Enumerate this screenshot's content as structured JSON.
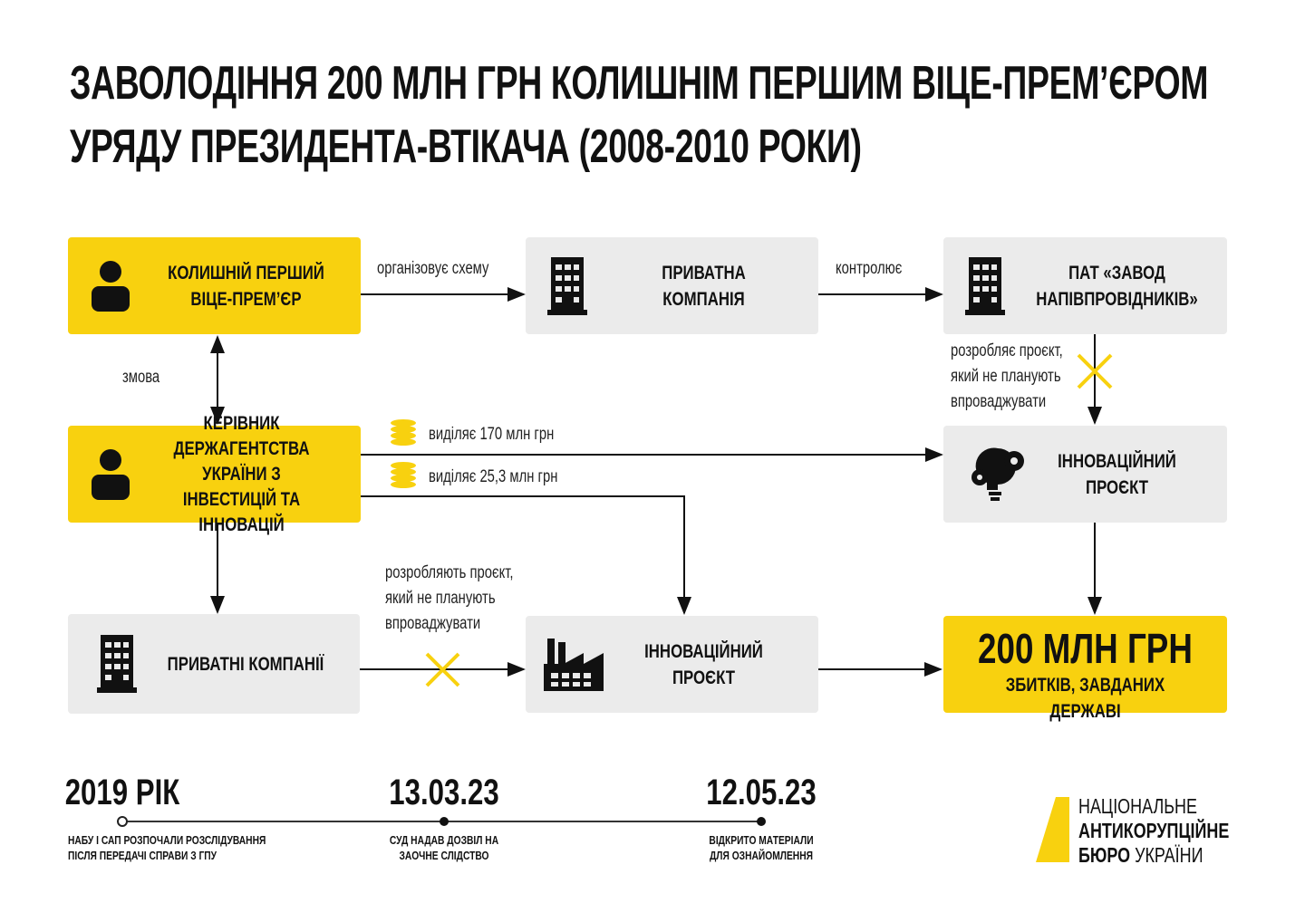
{
  "title": {
    "line1": "ЗАВОЛОДІННЯ 200 МЛН ГРН КОЛИШНІМ ПЕРШИМ ВІЦЕ-ПРЕМ’ЄРОМ",
    "line2": "УРЯДУ ПРЕЗИДЕНТА-ВТІКАЧА (2008-2010 РОКИ)"
  },
  "nodes": {
    "vice_premier": {
      "line1": "КОЛИШНІЙ ПЕРШИЙ",
      "line2": "ВІЦЕ-ПРЕМ’ЄР"
    },
    "private_company": {
      "line1": "ПРИВАТНА КОМПАНІЯ"
    },
    "plant": {
      "line1": "ПАТ «ЗАВОД",
      "line2": "НАПІВПРОВІДНИКІВ»"
    },
    "agency_head": {
      "line1": "КЕРІВНИК ДЕРЖАГЕНТСТВА",
      "line2": "УКРАЇНИ З ІНВЕСТИЦІЙ ТА",
      "line3": "ІННОВАЦІЙ"
    },
    "innov_project_1": {
      "line1": "ІННОВАЦІЙНИЙ",
      "line2": "ПРОЄКТ"
    },
    "private_companies": {
      "line1": "ПРИВАТНІ КОМПАНІЇ"
    },
    "innov_project_2": {
      "line1": "ІННОВАЦІЙНИЙ",
      "line2": "ПРОЄКТ"
    },
    "damage": {
      "line1": "200 МЛН ГРН",
      "line2": "ЗБИТКІВ, ЗАВДАНИХ ДЕРЖАВІ"
    }
  },
  "edges": {
    "organizes": "організовує схему",
    "controls": "контролює",
    "collusion": "змова",
    "develops": {
      "line1": "розробляє проєкт,",
      "line2": "який не планують",
      "line3": "впроваджувати"
    },
    "allocates_170": "виділяє 170 млн грн",
    "allocates_25": "виділяє 25,3 млн грн",
    "develop_plural": {
      "line1": "розробляють проєкт,",
      "line2": "який не планують",
      "line3": "впроваджувати"
    }
  },
  "timeline": [
    {
      "date": "2019 РІК",
      "line1": "НАБУ І САП РОЗПОЧАЛИ РОЗСЛІДУВАННЯ",
      "line2": "ПІСЛЯ ПЕРЕДАЧІ СПРАВИ З ГПУ"
    },
    {
      "date": "13.03.23",
      "line1": "СУД НАДАВ ДОЗВІЛ НА",
      "line2": "ЗАОЧНЕ СЛІДСТВО"
    },
    {
      "date": "12.05.23",
      "line1": "ВІДКРИТО МАТЕРІАЛИ",
      "line2": "ДЛЯ ОЗНАЙОМЛЕННЯ"
    }
  ],
  "logo": {
    "line1": "НАЦІОНАЛЬНЕ",
    "line2": "АНТИКОРУПЦІЙНЕ",
    "line3a": "БЮРО",
    "line3b": " УКРАЇНИ"
  },
  "colors": {
    "yellow": "#f8d10f",
    "gray": "#ebebeb"
  }
}
